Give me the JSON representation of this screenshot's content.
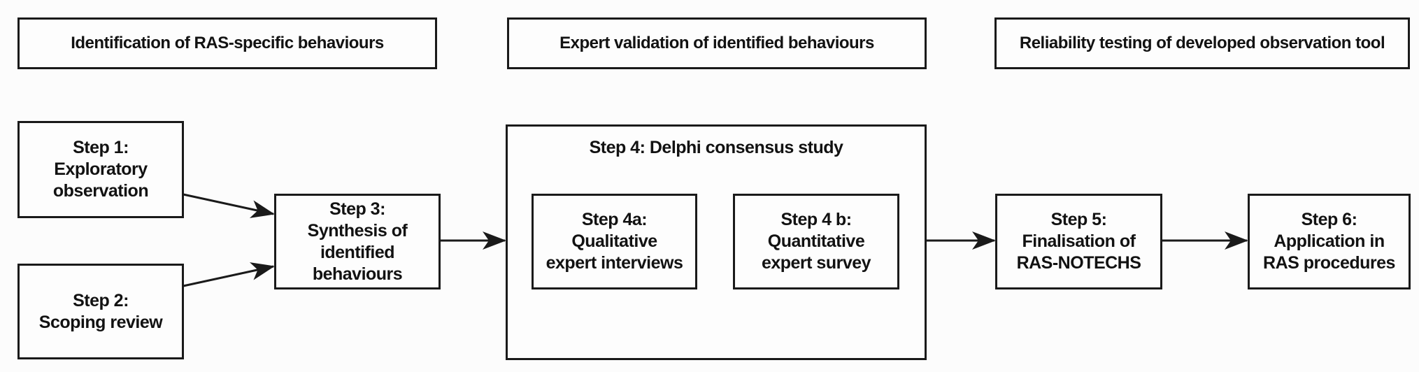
{
  "figure": {
    "background": "#fcfcfc",
    "ink": "#1a1a1a",
    "phase_headers": [
      "Identification of RAS-specific behaviours",
      "Expert validation of identified behaviours",
      "Reliability testing of developed observation tool"
    ],
    "steps": {
      "step1": "Step 1:\nExploratory\nobservation",
      "step2": "Step 2:\nScoping review",
      "step3": "Step 3:\nSynthesis of\nidentified\nbehaviours",
      "step4_group_title": "Step 4: Delphi consensus study",
      "step4a": "Step 4a:\nQualitative\nexpert interviews",
      "step4b": "Step 4 b:\nQuantitative\nexpert survey",
      "step5": "Step 5:\nFinalisation of\nRAS-NOTECHS",
      "step6": "Step 6:\nApplication in\nRAS procedures"
    }
  }
}
